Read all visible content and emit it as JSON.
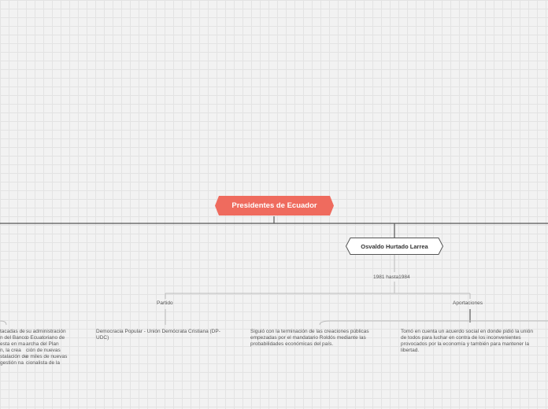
{
  "root": {
    "title": "Presidentes de Ecuador"
  },
  "president": {
    "name": "Osvaldo Hurtado Larrea",
    "period": "1981 hasta1984"
  },
  "branches": {
    "partido": {
      "label": "Partido",
      "text": "Democracia Popular - Unión Demócrata Cristiana (DP-UDC)"
    },
    "aportaciones": {
      "label": "Aportaciones",
      "item1": "Siguió con la terminación de las creaciones públicas empezadas por el mandatario Roldós mediante las probabilidades económicas del país.",
      "item2": "Tomó en cuenta un acuerdo social en donde pidió la unión de todos para luchar en contra de los inconvenientes provocados por la economía y también para mantener la libertad."
    }
  },
  "left_fragment": {
    "col1": [
      "tacadas de",
      "n del Banco",
      "esta en ma",
      "n, la crea",
      "stalación de",
      "gestión na"
    ],
    "col2": [
      "su administración",
      "o Ecuatoriano de",
      "archa del Plan",
      "ción de nuevas",
      "e miles de nuevas",
      "cionalista de la"
    ]
  },
  "colors": {
    "root": "#ef6b5e",
    "line_dark": "#555555",
    "line_light": "#bbbbbb",
    "grid": "#e3e3e3"
  }
}
